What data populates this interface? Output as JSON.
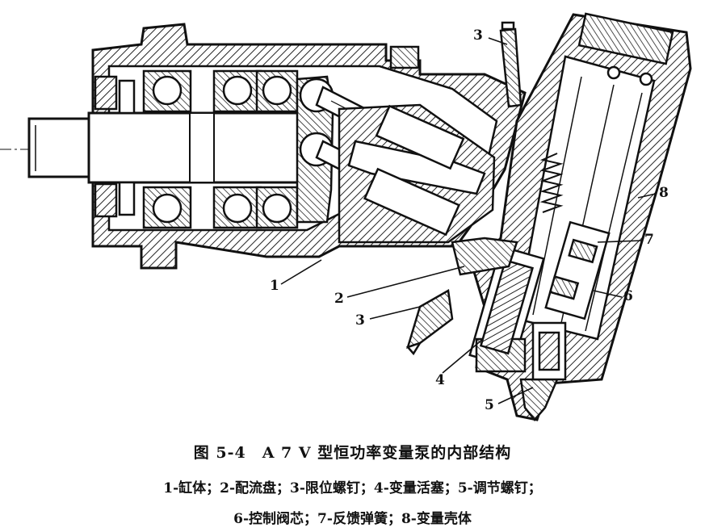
{
  "figure": {
    "callouts": [
      {
        "id": "c3a",
        "text": "3"
      },
      {
        "id": "c8",
        "text": "8"
      },
      {
        "id": "c7",
        "text": "7"
      },
      {
        "id": "c6",
        "text": "6"
      },
      {
        "id": "c1",
        "text": "1"
      },
      {
        "id": "c2",
        "text": "2"
      },
      {
        "id": "c3b",
        "text": "3"
      },
      {
        "id": "c4",
        "text": "4"
      },
      {
        "id": "c5",
        "text": "5"
      }
    ]
  },
  "caption": {
    "title": "图 5-4　A 7 V 型恒功率变量泵的内部结构",
    "line1": "1-缸体；2-配流盘；3-限位螺钉；4-变量活塞；5-调节螺钉；",
    "line2": "6-控制阀芯；7-反馈弹簧；8-变量壳体"
  },
  "colors": {
    "ink": "#111111",
    "paper": "#ffffff",
    "hatch": "#333333"
  }
}
